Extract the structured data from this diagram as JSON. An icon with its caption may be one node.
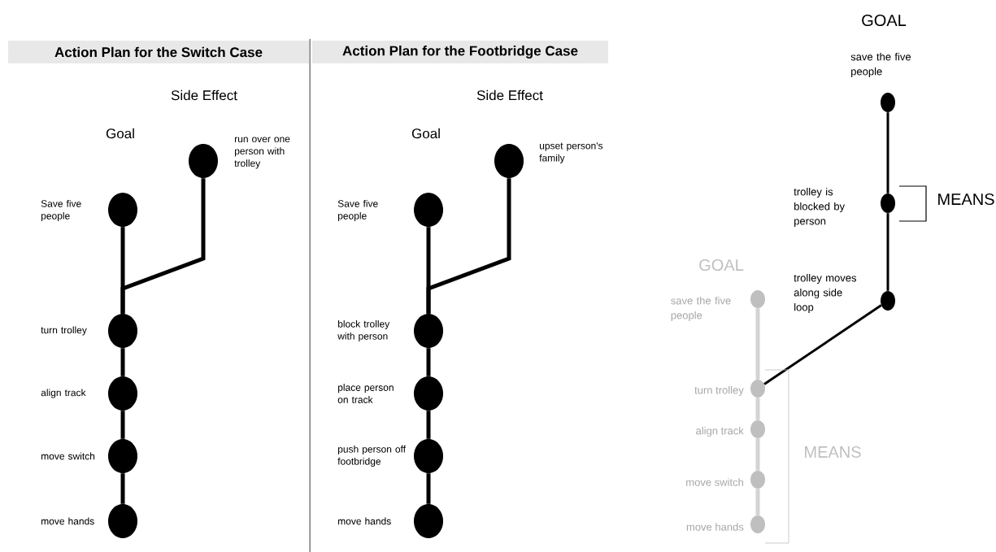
{
  "diagram": {
    "nodes": [
      {
        "text": [
          "Action Plan for the Switch Case"
        ]
      },
      {
        "text": [
          "Action Plan for the Footbridge Case"
        ]
      },
      {
        "text": [],
        "shape": "circle",
        "beside": [
          "run over one person with trolley"
        ]
      },
      {
        "text": [],
        "shape": "circle",
        "beside": [
          "Save five people"
        ]
      },
      {
        "text": [],
        "shape": "circle",
        "beside": [
          "turn trolley"
        ]
      },
      {
        "text": [],
        "shape": "circle",
        "beside": [
          "align track"
        ]
      },
      {
        "text": [],
        "shape": "circle",
        "beside": [
          "move switch"
        ]
      },
      {
        "text": [],
        "shape": "circle",
        "beside": [
          "move hands"
        ]
      },
      {
        "text": [],
        "shape": "circle",
        "beside": [
          "upset person's family"
        ]
      },
      {
        "text": [],
        "shape": "circle",
        "beside": [
          "Save five people"
        ]
      },
      {
        "text": [],
        "shape": "circle",
        "beside": [
          "block trolley with person"
        ]
      },
      {
        "text": [],
        "shape": "circle",
        "beside": [
          "place person on track"
        ]
      },
      {
        "text": [],
        "shape": "circle",
        "beside": [
          "push person off footbridge"
        ]
      },
      {
        "text": [],
        "shape": "circle",
        "beside": [
          "move hands"
        ]
      },
      {
        "text": [],
        "shape": "circle",
        "beside": [
          "save the five people"
        ]
      },
      {
        "text": [],
        "shape": "circle",
        "beside": [
          "trolley is blocked by person"
        ]
      },
      {
        "text": [],
        "shape": "circle",
        "beside": [
          "trolley moves along side loop"
        ]
      },
      {
        "text": [],
        "shape": "circle",
        "beside": [
          "save the five people"
        ]
      },
      {
        "text": [],
        "shape": "circle",
        "beside": [
          "turn trolley"
        ]
      },
      {
        "text": [],
        "shape": "circle",
        "beside": [
          "align track"
        ]
      },
      {
        "text": [],
        "shape": "circle",
        "beside": [
          "move switch"
        ]
      },
      {
        "text": [],
        "shape": "circle",
        "beside": [
          "move hands"
        ]
      }
    ],
    "edges": [
      {
        "from": 3,
        "to": 4,
        "arrow": "none"
      },
      {
        "from": 2,
        "to": 4,
        "arrow": "none"
      },
      {
        "from": 4,
        "to": 5,
        "arrow": "none"
      },
      {
        "from": 5,
        "to": 6,
        "arrow": "none"
      },
      {
        "from": 6,
        "to": 7,
        "arrow": "none"
      },
      {
        "from": 9,
        "to": 10,
        "arrow": "none"
      },
      {
        "from": 8,
        "to": 10,
        "arrow": "none"
      },
      {
        "from": 10,
        "to": 11,
        "arrow": "none"
      },
      {
        "from": 11,
        "to": 12,
        "arrow": "none"
      },
      {
        "from": 12,
        "to": 13,
        "arrow": "none"
      },
      {
        "from": 14,
        "to": 15,
        "arrow": "none"
      },
      {
        "from": 15,
        "to": 16,
        "arrow": "none"
      },
      {
        "from": 16,
        "to": 18,
        "arrow": "none"
      },
      {
        "from": 17,
        "to": 18,
        "arrow": "none",
        "color": "#d3d3d3"
      },
      {
        "from": 18,
        "to": 19,
        "arrow": "none",
        "color": "#d3d3d3"
      },
      {
        "from": 19,
        "to": 20,
        "arrow": "none",
        "color": "#d3d3d3"
      },
      {
        "from": 20,
        "to": 21,
        "arrow": "none",
        "color": "#d3d3d3"
      }
    ],
    "labels": [
      "Side Effect",
      "Goal",
      "Side Effect",
      "Goal",
      "GOAL",
      "MEANS",
      "GOAL",
      "MEANS"
    ]
  }
}
